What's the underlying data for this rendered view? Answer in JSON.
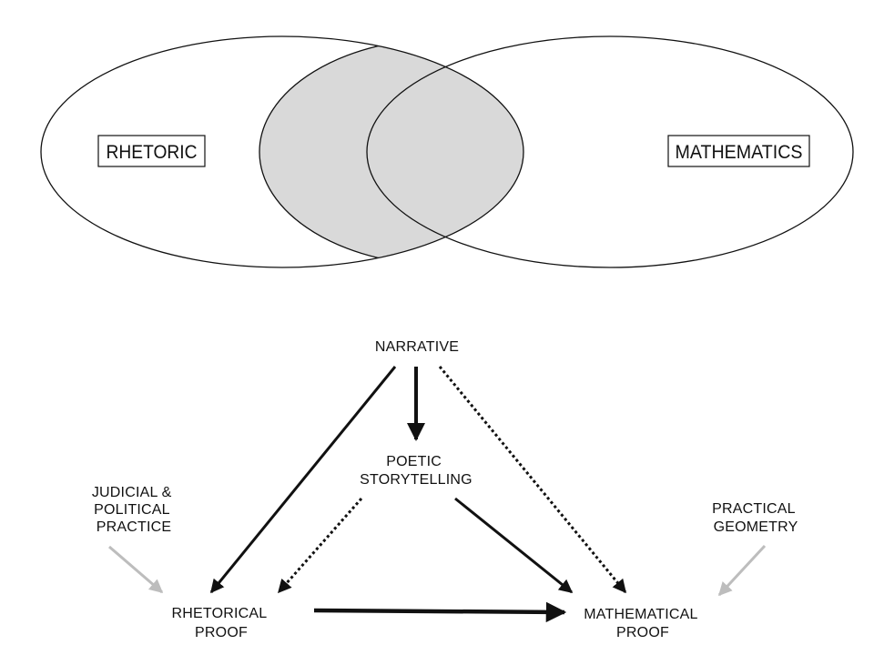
{
  "venn": {
    "left_label": "RHETORIC",
    "right_label": "MATHEMATICS",
    "overlap_fill": "#d9d9d9"
  },
  "nodes": {
    "narrative": [
      "NARRATIVE"
    ],
    "poetic": [
      "POETIC",
      "STORYTELLING"
    ],
    "judicial": [
      "JUDICIAL &",
      "POLITICAL",
      "PRACTICE"
    ],
    "practical": [
      "PRACTICAL",
      "GEOMETRY"
    ],
    "rhetorical_proof": [
      "RHETORICAL",
      "PROOF"
    ],
    "mathematical_proof": [
      "MATHEMATICAL",
      "PROOF"
    ]
  },
  "colors": {
    "solid_arrow": "#111111",
    "grey_arrow": "#bdbdbd"
  }
}
